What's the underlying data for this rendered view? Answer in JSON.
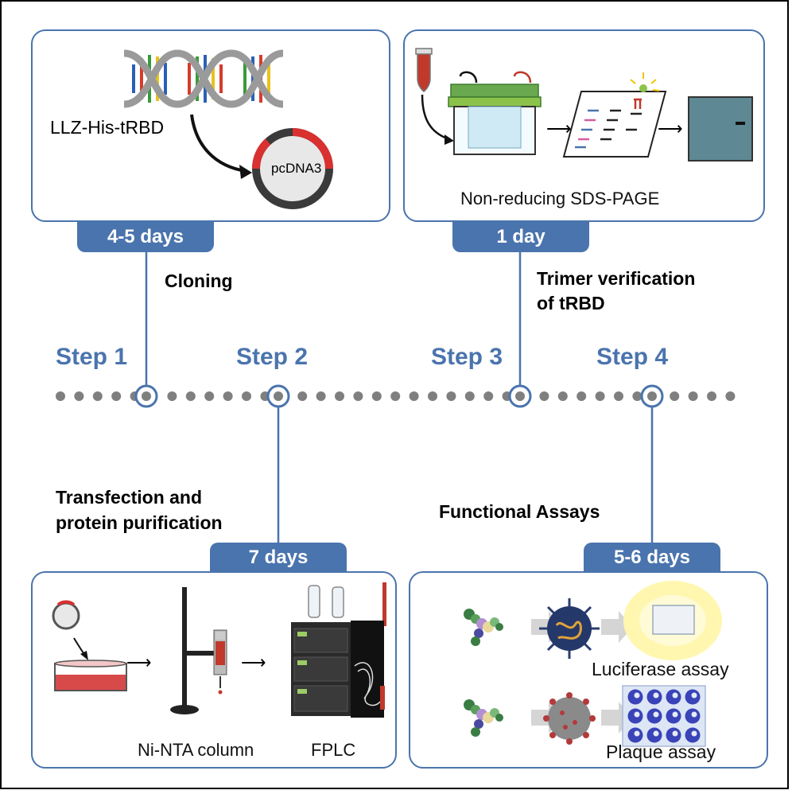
{
  "steps": [
    {
      "label": "Step 1",
      "duration": "4-5 days",
      "task": "Cloning"
    },
    {
      "label": "Step 2",
      "duration": "7 days",
      "task_line1": "Transfection and",
      "task_line2": "protein purification"
    },
    {
      "label": "Step 3",
      "duration": "1 day",
      "task_line1": "Trimer verification",
      "task_line2": "of tRBD"
    },
    {
      "label": "Step 4",
      "duration": "5-6 days",
      "task": "Functional Assays"
    }
  ],
  "panels": {
    "cloning": {
      "construct": "LLZ-His-tRBD",
      "plasmid": "pcDNA3"
    },
    "verification": {
      "caption": "Non-reducing SDS-PAGE"
    },
    "purification": {
      "column": "Ni-NTA column",
      "system": "FPLC"
    },
    "assays": {
      "luciferase": "Luciferase assay",
      "plaque": "Plaque assay"
    }
  },
  "colors": {
    "accent": "#4a74ad",
    "dots": "#7f7f7f",
    "gel_green": "#6aa84f",
    "plasmid_red": "#d93030"
  }
}
